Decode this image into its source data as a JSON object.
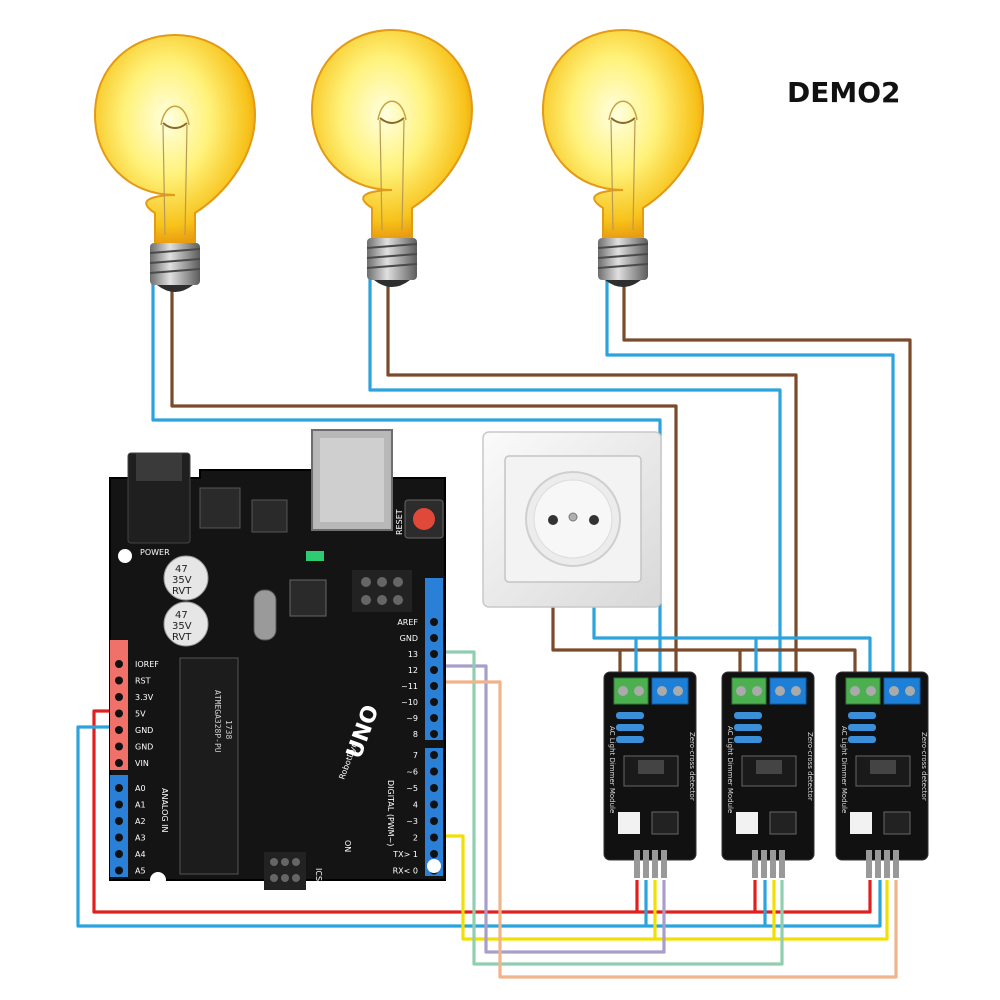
{
  "title": "DEMO2",
  "lamps": [
    "lamp-1",
    "lamp-2",
    "lamp-3"
  ],
  "board": {
    "power_label": "POWER",
    "analog_in_label": "ANALOG IN",
    "digital_label": "DIGITAL (PWM~)",
    "reset_label": "RESET",
    "icsp_label": "ICSP",
    "on_label": "ON",
    "brand": "UNO",
    "brand_sub": "RobotDyn",
    "chip_text_1": "ATMEGA328P-PU",
    "chip_text_2": "1738",
    "cap_1": [
      "47",
      "35V",
      "RVT"
    ],
    "cap_2": [
      "47",
      "35V",
      "RVT"
    ],
    "power_pins": [
      "IOREF",
      "RST",
      "3.3V",
      "5V",
      "GND",
      "GND",
      "VIN"
    ],
    "analog_pins": [
      "A0",
      "A1",
      "A2",
      "A3",
      "A4",
      "A5"
    ],
    "digital_top_pins": [
      "AREF",
      "GND",
      "13",
      "12",
      "~11",
      "~10",
      "~9",
      "8"
    ],
    "digital_bottom_pins": [
      "7",
      "~6",
      "~5",
      "4",
      "~3",
      "2",
      "TX> 1",
      "RX< 0"
    ]
  },
  "module": {
    "name": "AC Light Dimmer Module",
    "sub": "Zero-cross detector"
  },
  "colors": {
    "wire_blue": "#2ba3dc",
    "wire_brown": "#7a4a2a",
    "wire_red": "#e0201e",
    "wire_yellow": "#f2e000",
    "wire_green": "#8fcfb0",
    "wire_purple": "#a89ec9",
    "wire_orange": "#f0b48a",
    "board": "#141414",
    "header_blue": "#2a7fd6",
    "header_red": "#f0706a"
  }
}
